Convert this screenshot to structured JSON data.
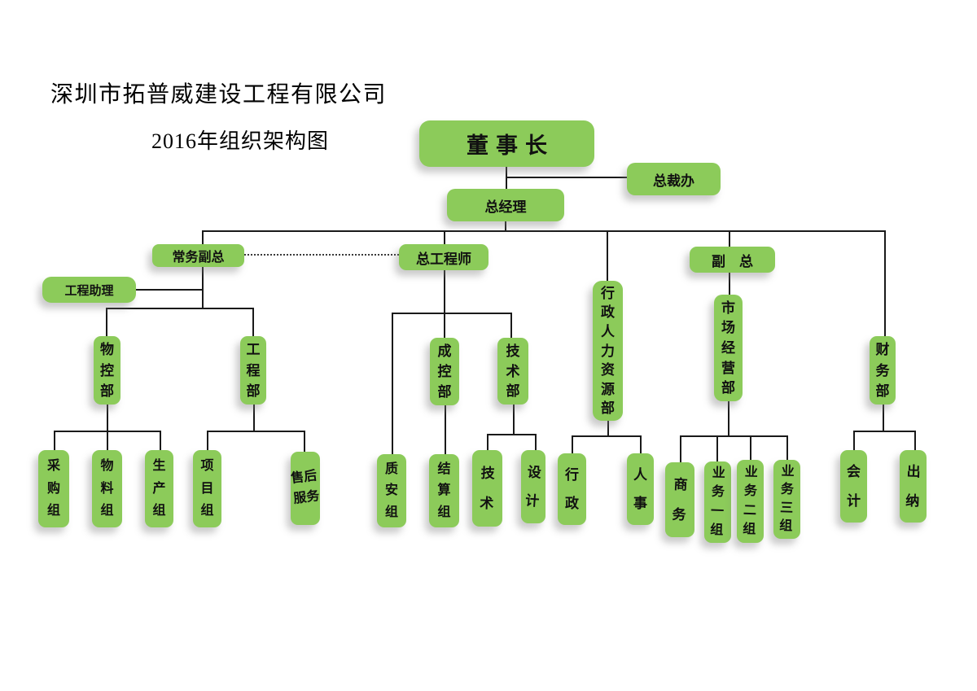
{
  "titles": {
    "company": "深圳市拓普威建设工程有限公司",
    "chart": "2016年组织架构图"
  },
  "colors": {
    "node_fill": "#8ccb5a",
    "connector": "#1a1a1a",
    "background": "#ffffff",
    "text": "#111111"
  },
  "nodes": {
    "chairman": "董事长",
    "president_office": "总裁办",
    "general_manager": "总经理",
    "executive_deputy_gm": "常务副总",
    "chief_engineer": "总工程师",
    "deputy_gm": "副　总",
    "engineering_assistant": "工程助理",
    "material_control_dept": "物控部",
    "engineering_dept": "工程部",
    "cost_control_dept": "成控部",
    "technology_dept": "技术部",
    "admin_hr_dept": "行政人力资源部",
    "market_operations_dept": "市场经营部",
    "finance_dept": "财务部",
    "procurement_group": "采购组",
    "materials_group": "物料组",
    "production_group": "生产组",
    "project_group": "项目组",
    "after_sales_service": "售后服务",
    "quality_safety_group": "质安组",
    "settlement_group": "结算组",
    "technology_group": "技术",
    "design_group": "设计",
    "admin_group": "行政",
    "hr_group": "人事",
    "business_group": "商务",
    "business_group_1": "业务一组",
    "business_group_2": "业务二组",
    "business_group_3": "业务三组",
    "accounting_group": "会计",
    "cashier_group": "出纳"
  }
}
